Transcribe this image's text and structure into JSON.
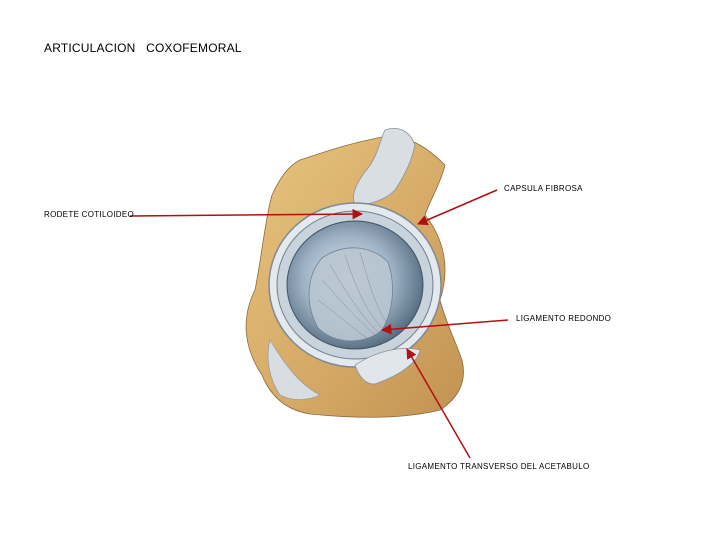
{
  "title": "ARTICULACION   COXOFEMORAL",
  "labels": {
    "capsula_fibrosa": "CAPSULA FIBROSA",
    "rodete_cotiloideo": "RODETE COTILOIDEO",
    "ligamento_redondo": "LIGAMENTO REDONDO",
    "ligamento_transverso": "LIGAMENTO TRANSVERSO DEL ACETABULO"
  },
  "colors": {
    "bone": "#d9b06a",
    "cartilage": "#9fb3c6",
    "ligament": "#dfe5ea",
    "arrow": "#b01010"
  },
  "icons": [
    "arrowhead-icon"
  ]
}
